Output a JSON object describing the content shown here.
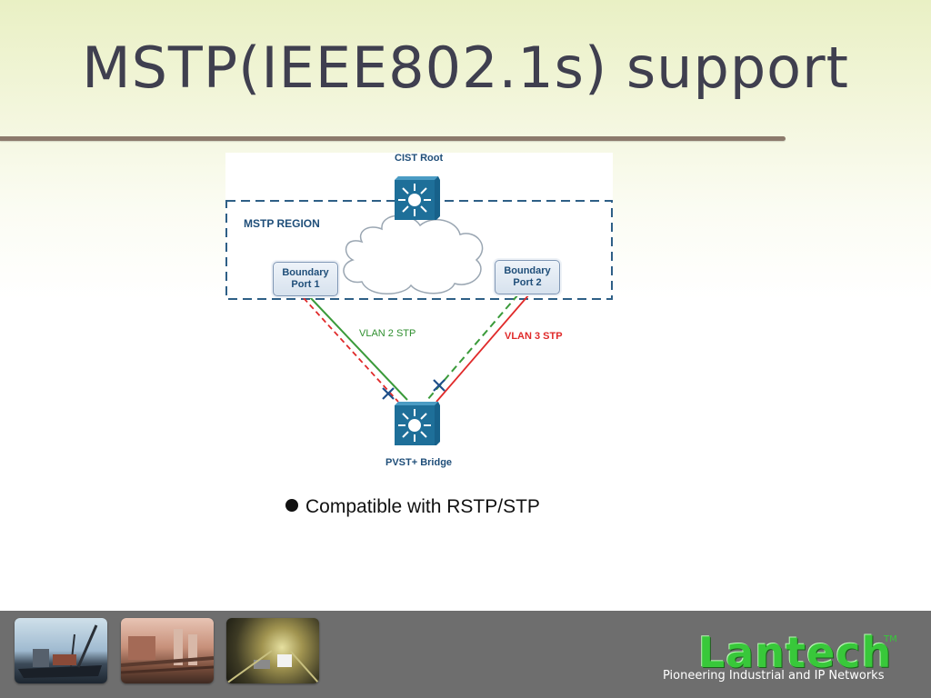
{
  "slide": {
    "title": "MSTP(IEEE802.1s) support",
    "bullet": "Compatible with RSTP/STP"
  },
  "diagram": {
    "cist_root_label": "CIST Root",
    "region_label": "MSTP REGION",
    "boundary_port_1": [
      "Boundary",
      "Port 1"
    ],
    "boundary_port_2": [
      "Boundary",
      "Port 2"
    ],
    "vlan2_label": "VLAN 2 STP",
    "vlan3_label": "VLAN 3 STP",
    "bridge_label": "PVST+ Bridge",
    "colors": {
      "region_border": "#2e5f86",
      "vlan2_line": "#3a9a3a",
      "vlan3_line": "#e02a2a",
      "vlan3_text": "#e02a2a",
      "vlan2_text": "#2f8f2f",
      "switch_fill": "#1e6f99"
    },
    "blocked_marker": "x-mark-icon"
  },
  "footer": {
    "thumbnails": [
      "ship-crane-photo",
      "industrial-plant-photo",
      "tunnel-traffic-photo"
    ],
    "logo_text": "Lantech",
    "trademark": "TM",
    "tagline": "Pioneering Industrial and IP Networks"
  }
}
